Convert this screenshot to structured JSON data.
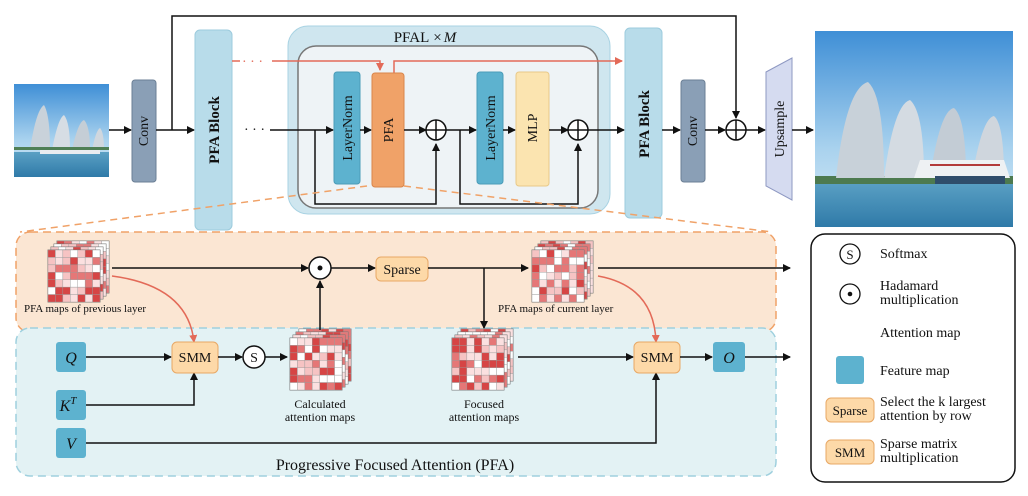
{
  "top": {
    "conv_label": "Conv",
    "pfa_block_label": "PFA Block",
    "pfal_label": "PFAL",
    "pfal_times": "×",
    "pfal_m": "M",
    "layernorm_label": "LayerNorm",
    "pfa_label": "PFA",
    "mlp_label": "MLP",
    "upsample_label": "Upsample",
    "dots": "· · ·"
  },
  "pfa": {
    "title": "Progressive Focused Attention (PFA)",
    "prev_maps_label": "PFA maps of previous layer",
    "curr_maps_label": "PFA maps of current layer",
    "sparse_label": "Sparse",
    "smm_label": "SMM",
    "softmax_symbol": "S",
    "q_label": "Q",
    "k_label": "K",
    "k_sup": "T",
    "v_label": "V",
    "o_label": "O",
    "calc_label_line1": "Calculated",
    "calc_label_line2": "attention maps",
    "focused_label_line1": "Focused",
    "focused_label_line2": "attention maps"
  },
  "legend": {
    "softmax_symbol": "S",
    "softmax": "Softmax",
    "hadamard_line1": "Hadamard",
    "hadamard_line2": "multiplication",
    "attention_map": "Attention map",
    "feature_map": "Feature map",
    "sparse_badge": "Sparse",
    "sparse_desc_line1": "Select the k largest",
    "sparse_desc_line2": "attention by row",
    "smm_badge": "SMM",
    "smm_desc_line1": "Sparse matrix",
    "smm_desc_line2": "multiplication"
  },
  "colors": {
    "pfal_fill": "#cfe6ef",
    "block_fill": "#b8dcea",
    "feature_fill": "#5db2cf",
    "pfa_fill": "#f0a268",
    "mlp_fill": "#fbe4b0",
    "conv_fill": "#8a9fb6",
    "orange_bg": "#fbe6d3",
    "blue_bg": "#e3f2f4",
    "red_arrow": "#e36a58",
    "smm_fill": "#fdd9a8"
  },
  "icons": {
    "plus": "circled-plus-icon",
    "dot": "circled-dot-icon"
  }
}
